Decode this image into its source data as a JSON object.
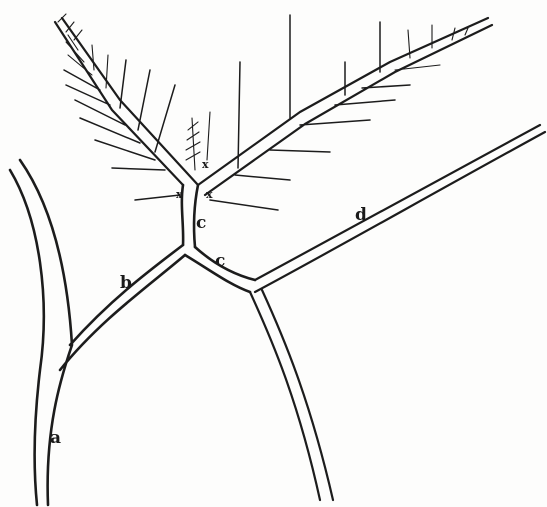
{
  "labels": {
    "a": "a",
    "b": "b",
    "c_upper": "c",
    "c_lower": "c",
    "d": "d",
    "x_left": "x",
    "x_right": "x",
    "x_center": "x"
  }
}
